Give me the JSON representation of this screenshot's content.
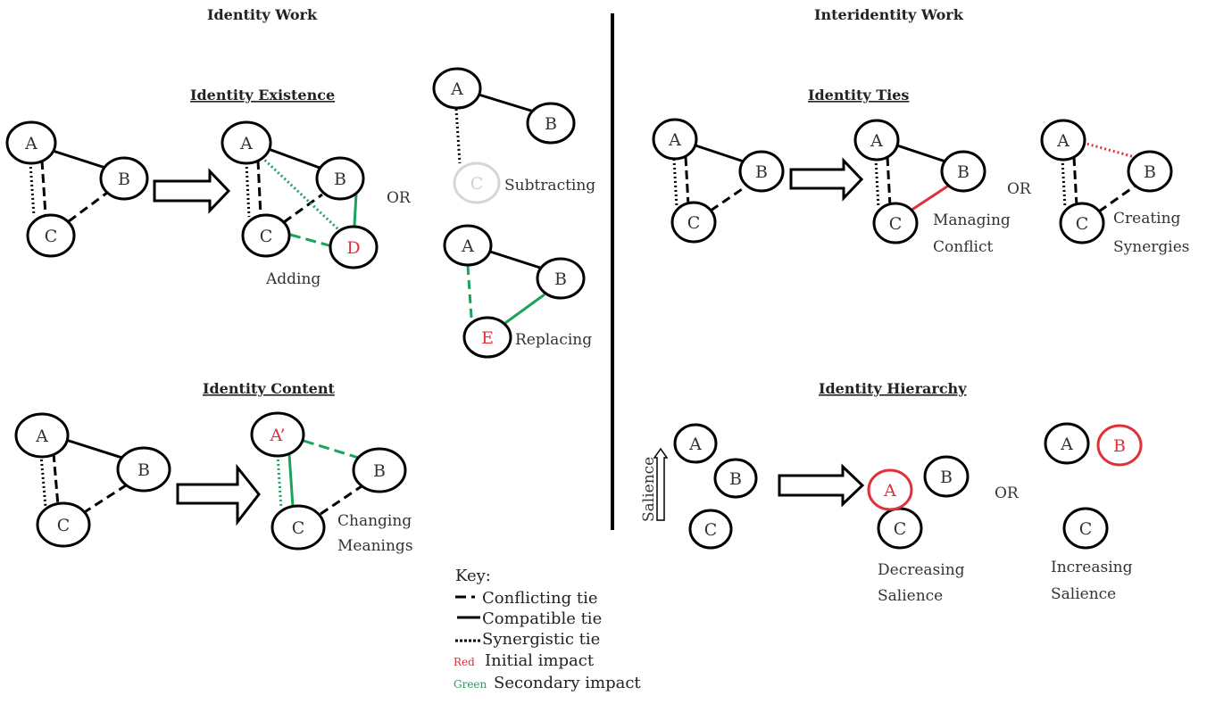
{
  "headers": {
    "left": "Identity Work",
    "right": "Interidentity Work"
  },
  "sections": {
    "existence": {
      "title": "Identity Existence",
      "or_label": "OR",
      "captions": {
        "adding": "Adding",
        "subtracting": "Subtracting",
        "replacing": "Replacing"
      }
    },
    "content": {
      "title": "Identity Content",
      "captions": {
        "line1": "Changing",
        "line2": "Meanings"
      }
    },
    "ties": {
      "title": "Identity Ties",
      "or_label": "OR",
      "captions": {
        "conflict1": "Managing",
        "conflict2": "Conflict",
        "synergy1": "Creating",
        "synergy2": "Synergies"
      }
    },
    "hierarchy": {
      "title": "Identity Hierarchy",
      "or_label": "OR",
      "axis_label": "Salience",
      "captions": {
        "dec1": "Decreasing",
        "dec2": "Salience",
        "inc1": "Increasing",
        "inc2": "Salience"
      }
    }
  },
  "nodes": {
    "A": "A",
    "B": "B",
    "C": "C",
    "D": "D",
    "E": "E",
    "Aprime": "A’"
  },
  "key": {
    "title": "Key:",
    "items": [
      {
        "symbol": "dashed-line",
        "label": "Conflicting tie"
      },
      {
        "symbol": "solid-line",
        "label": "Compatible tie"
      },
      {
        "symbol": "dotted-line",
        "label": "Synergistic tie"
      },
      {
        "symbol": "Red",
        "label": "Initial impact",
        "color": "#e0303a"
      },
      {
        "symbol": "Green",
        "label": "Secondary impact",
        "color": "#1aa35a"
      }
    ]
  },
  "colors": {
    "red": "#e0303a",
    "green": "#1aa35a",
    "gray": "#d6d6d6",
    "black": "#000000"
  }
}
